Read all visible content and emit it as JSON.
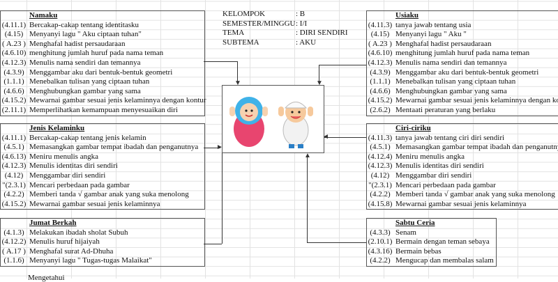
{
  "info": [
    {
      "label": "KELOMPOK",
      "value": ": B"
    },
    {
      "label": "SEMESTER/MINGGU",
      "value": ": I/I"
    },
    {
      "label": "TEMA",
      "value": ": DIRI SENDIRI"
    },
    {
      "label": "SUBTEMA",
      "value": ": AKU"
    }
  ],
  "namaku": {
    "title": "Namaku",
    "items": [
      {
        "code": "(4.11.1)",
        "text": "Bercakap-cakap tentang identitasku"
      },
      {
        "code": "(4.15)",
        "text": "Menyanyi lagu \" Aku ciptaan tuhan\""
      },
      {
        "code": "( A.23 )",
        "text": "Menghafal hadist persaudaraan"
      },
      {
        "code": "(4.6.10)",
        "text": "menghitung jumlah huruf pada nama teman"
      },
      {
        "code": "(4.12.3)",
        "text": "Menulis nama sendiri dan temannya"
      },
      {
        "code": "(4.3.9)",
        "text": "Menggambar aku dari bentuk-bentuk geometri"
      },
      {
        "code": "(1.1.1)",
        "text": "Menebalkan tulisan yang ciptaan tuhan"
      },
      {
        "code": "(4.6.6)",
        "text": "Menghubungkan gambar yang sama"
      },
      {
        "code": "(4.15.2)",
        "text": "Mewarnai gambar sesuai jenis kelaminnya dengan kontur"
      },
      {
        "code": "(2.11.1)",
        "text": "Memperlihatkan kemampuan menyesuaikan diri"
      }
    ]
  },
  "usiaku": {
    "title": "Usiaku",
    "items": [
      {
        "code": "(4.11.3)",
        "text": "tanya jawab tentang usia"
      },
      {
        "code": "(4.15)",
        "text": "Menyanyi lagu \" Aku \""
      },
      {
        "code": "( A.23 )",
        "text": "Menghafal hadist persaudaraan"
      },
      {
        "code": "(4.6.10)",
        "text": "menghitung jumlah huruf pada nama teman"
      },
      {
        "code": "(4.12.3)",
        "text": "Menulis nama sendiri dan temannya"
      },
      {
        "code": "(4.3.9)",
        "text": "Menggambar aku dari bentuk-bentuk geometri"
      },
      {
        "code": "(1.1.1)",
        "text": "Menebalkan tulisan yang ciptaan tuhan"
      },
      {
        "code": "(4.6.6)",
        "text": "Menghubungkan gambar yang sama"
      },
      {
        "code": "(4.15.2)",
        "text": "Mewarnai gambar sesuai jenis kelaminnya dengan kontur"
      },
      {
        "code": "(2.6.2)",
        "text": "Mentaati peraturan yang berlaku"
      }
    ]
  },
  "jenis": {
    "title": "Jenis Kelaminku",
    "items": [
      {
        "code": "(4.11.1)",
        "text": "Bercakap-cakap tentang jenis kelamin"
      },
      {
        "code": "(4.5.1)",
        "text": "Memasangkan gambar tempat ibadah dan penganutnya"
      },
      {
        "code": "(4.6.13)",
        "text": "Meniru menulis angka"
      },
      {
        "code": "(4.12.3)",
        "text": "Menulis identitas diri sendiri"
      },
      {
        "code": "(4.12)",
        "text": "Menggambar diri sendiri"
      },
      {
        "code": "\"(2.3.1)",
        "text": "Mencari perbedaan pada gambar"
      },
      {
        "code": "(4.2.2)",
        "text": "Memberi tanda √ gambar anak yang suka menolong"
      },
      {
        "code": "(4.15.2)",
        "text": "Mewarnai gambar sesuai jenis kelaminnya"
      }
    ]
  },
  "ciri": {
    "title": "Ciri-ciriku",
    "items": [
      {
        "code": "(4.11.3)",
        "text": "tanya jawab tentang ciri diri sendiri"
      },
      {
        "code": "(4.5.1)",
        "text": "Memasangkan gambar tempat ibadah dan penganutnya"
      },
      {
        "code": "(4.12.4)",
        "text": "Meniru menulis angka"
      },
      {
        "code": "(4.12.3)",
        "text": "Menulis identitas diri sendiri"
      },
      {
        "code": "(4.12)",
        "text": "Menggambar diri sendiri"
      },
      {
        "code": "\"(2.3.1)",
        "text": "Mencari perbedaan pada gambar"
      },
      {
        "code": "(4.2.2)",
        "text": "Memberi tanda √ gambar anak yang suka menolong"
      },
      {
        "code": "(4.15.8)",
        "text": "Mewarnai gambar sesuai jenis kelaminnya"
      }
    ]
  },
  "jumat": {
    "title": "Jumat Berkah",
    "items": [
      {
        "code": "(4.1.3)",
        "text": "Melakukan ibadah sholat Subuh"
      },
      {
        "code": "(4.12.2)",
        "text": "Menulis huruf hijaiyah"
      },
      {
        "code": "( A.17 )",
        "text": "Menghafal surat Ad-Dhuha"
      },
      {
        "code": "(1.1.6)",
        "text": "Menyanyi lagu \" Tugas-tugas Malaikat\""
      }
    ]
  },
  "sabtu": {
    "title": "Sabtu Ceria",
    "items": [
      {
        "code": "(4.3.3)",
        "text": "Senam"
      },
      {
        "code": "(2.10.1)",
        "text": "Bermain dengan teman sebaya"
      },
      {
        "code": "(4.3.16)",
        "text": "Bermain bebas"
      },
      {
        "code": "(4.2.2)",
        "text": "Mengucap dan membalas salam"
      }
    ]
  },
  "footer": "Mengetahui"
}
